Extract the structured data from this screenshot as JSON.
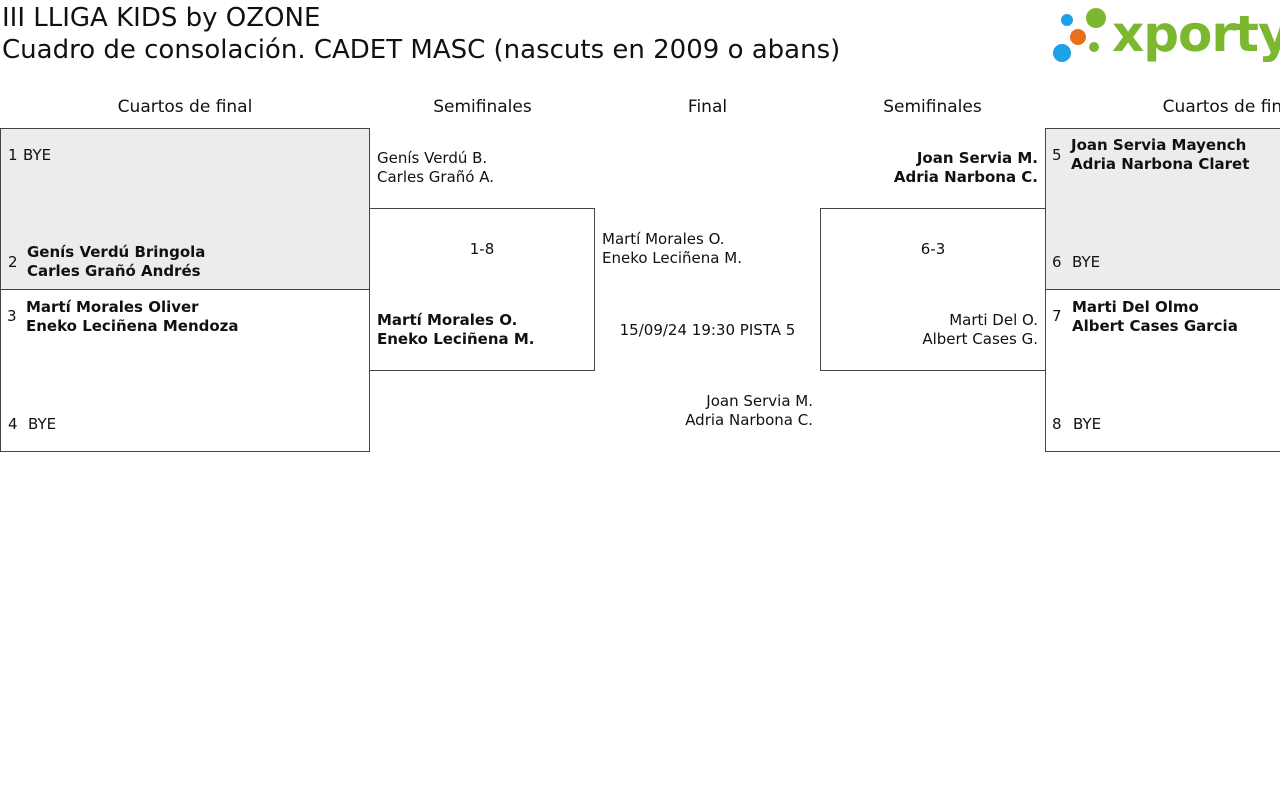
{
  "header": {
    "title": "III LLIGA KIDS by OZONE",
    "subtitle": "Cuadro de consolación. CADET MASC (nascuts en 2009 o abans)",
    "logo_text": "xporty",
    "logo_colors": [
      "#1da1e8",
      "#7cb82f",
      "#e8701a",
      "#1da1e8",
      "#7cb82f",
      "#7cb82f"
    ]
  },
  "columns": {
    "left_quarters": "Cuartos de final",
    "left_semis": "Semifinales",
    "final": "Final",
    "right_semis": "Semifinales",
    "right_quarters": "Cuartos de final"
  },
  "quarterfinals": [
    {
      "seed": "1",
      "player1": "BYE",
      "player2": ""
    },
    {
      "seed": "2",
      "player1": "Genís Verdú Bringola",
      "player2": "Carles Grañó Andrés"
    },
    {
      "seed": "3",
      "player1": "Martí Morales Oliver",
      "player2": "Eneko Leciñena Mendoza"
    },
    {
      "seed": "4",
      "player1": "BYE",
      "player2": ""
    },
    {
      "seed": "5",
      "player1": "Joan Servia Mayench",
      "player2": "Adria Narbona Claret"
    },
    {
      "seed": "6",
      "player1": "BYE",
      "player2": ""
    },
    {
      "seed": "7",
      "player1": "Marti Del Olmo",
      "player2": "Albert Cases Garcia"
    },
    {
      "seed": "8",
      "player1": "BYE",
      "player2": ""
    }
  ],
  "semifinals": {
    "left": {
      "top_p1": "Genís Verdú B.",
      "top_p2": "Carles Grañó A.",
      "score": "1-8",
      "bottom_p1": "Martí Morales O.",
      "bottom_p2": "Eneko Leciñena M."
    },
    "right": {
      "top_p1": "Joan Servia M.",
      "top_p2": "Adria Narbona C.",
      "score": "6-3",
      "bottom_p1": "Marti Del O.",
      "bottom_p2": "Albert Cases G."
    }
  },
  "final": {
    "left_p1": "Martí Morales O.",
    "left_p2": "Eneko Leciñena M.",
    "schedule": "15/09/24 19:30 PISTA 5",
    "right_p1": "Joan Servia M.",
    "right_p2": "Adria Narbona C."
  }
}
